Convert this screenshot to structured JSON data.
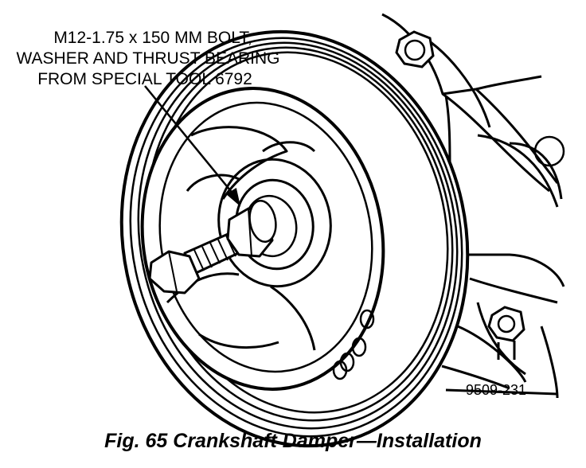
{
  "callout": {
    "lines": [
      "M12-1.75 x 150 MM BOLT,",
      "WASHER AND THRUST BEARING",
      "FROM SPECIAL TOOL 6792"
    ]
  },
  "part_number": "9509-231",
  "caption": "Fig. 65 Crankshaft Damper—Installation"
}
